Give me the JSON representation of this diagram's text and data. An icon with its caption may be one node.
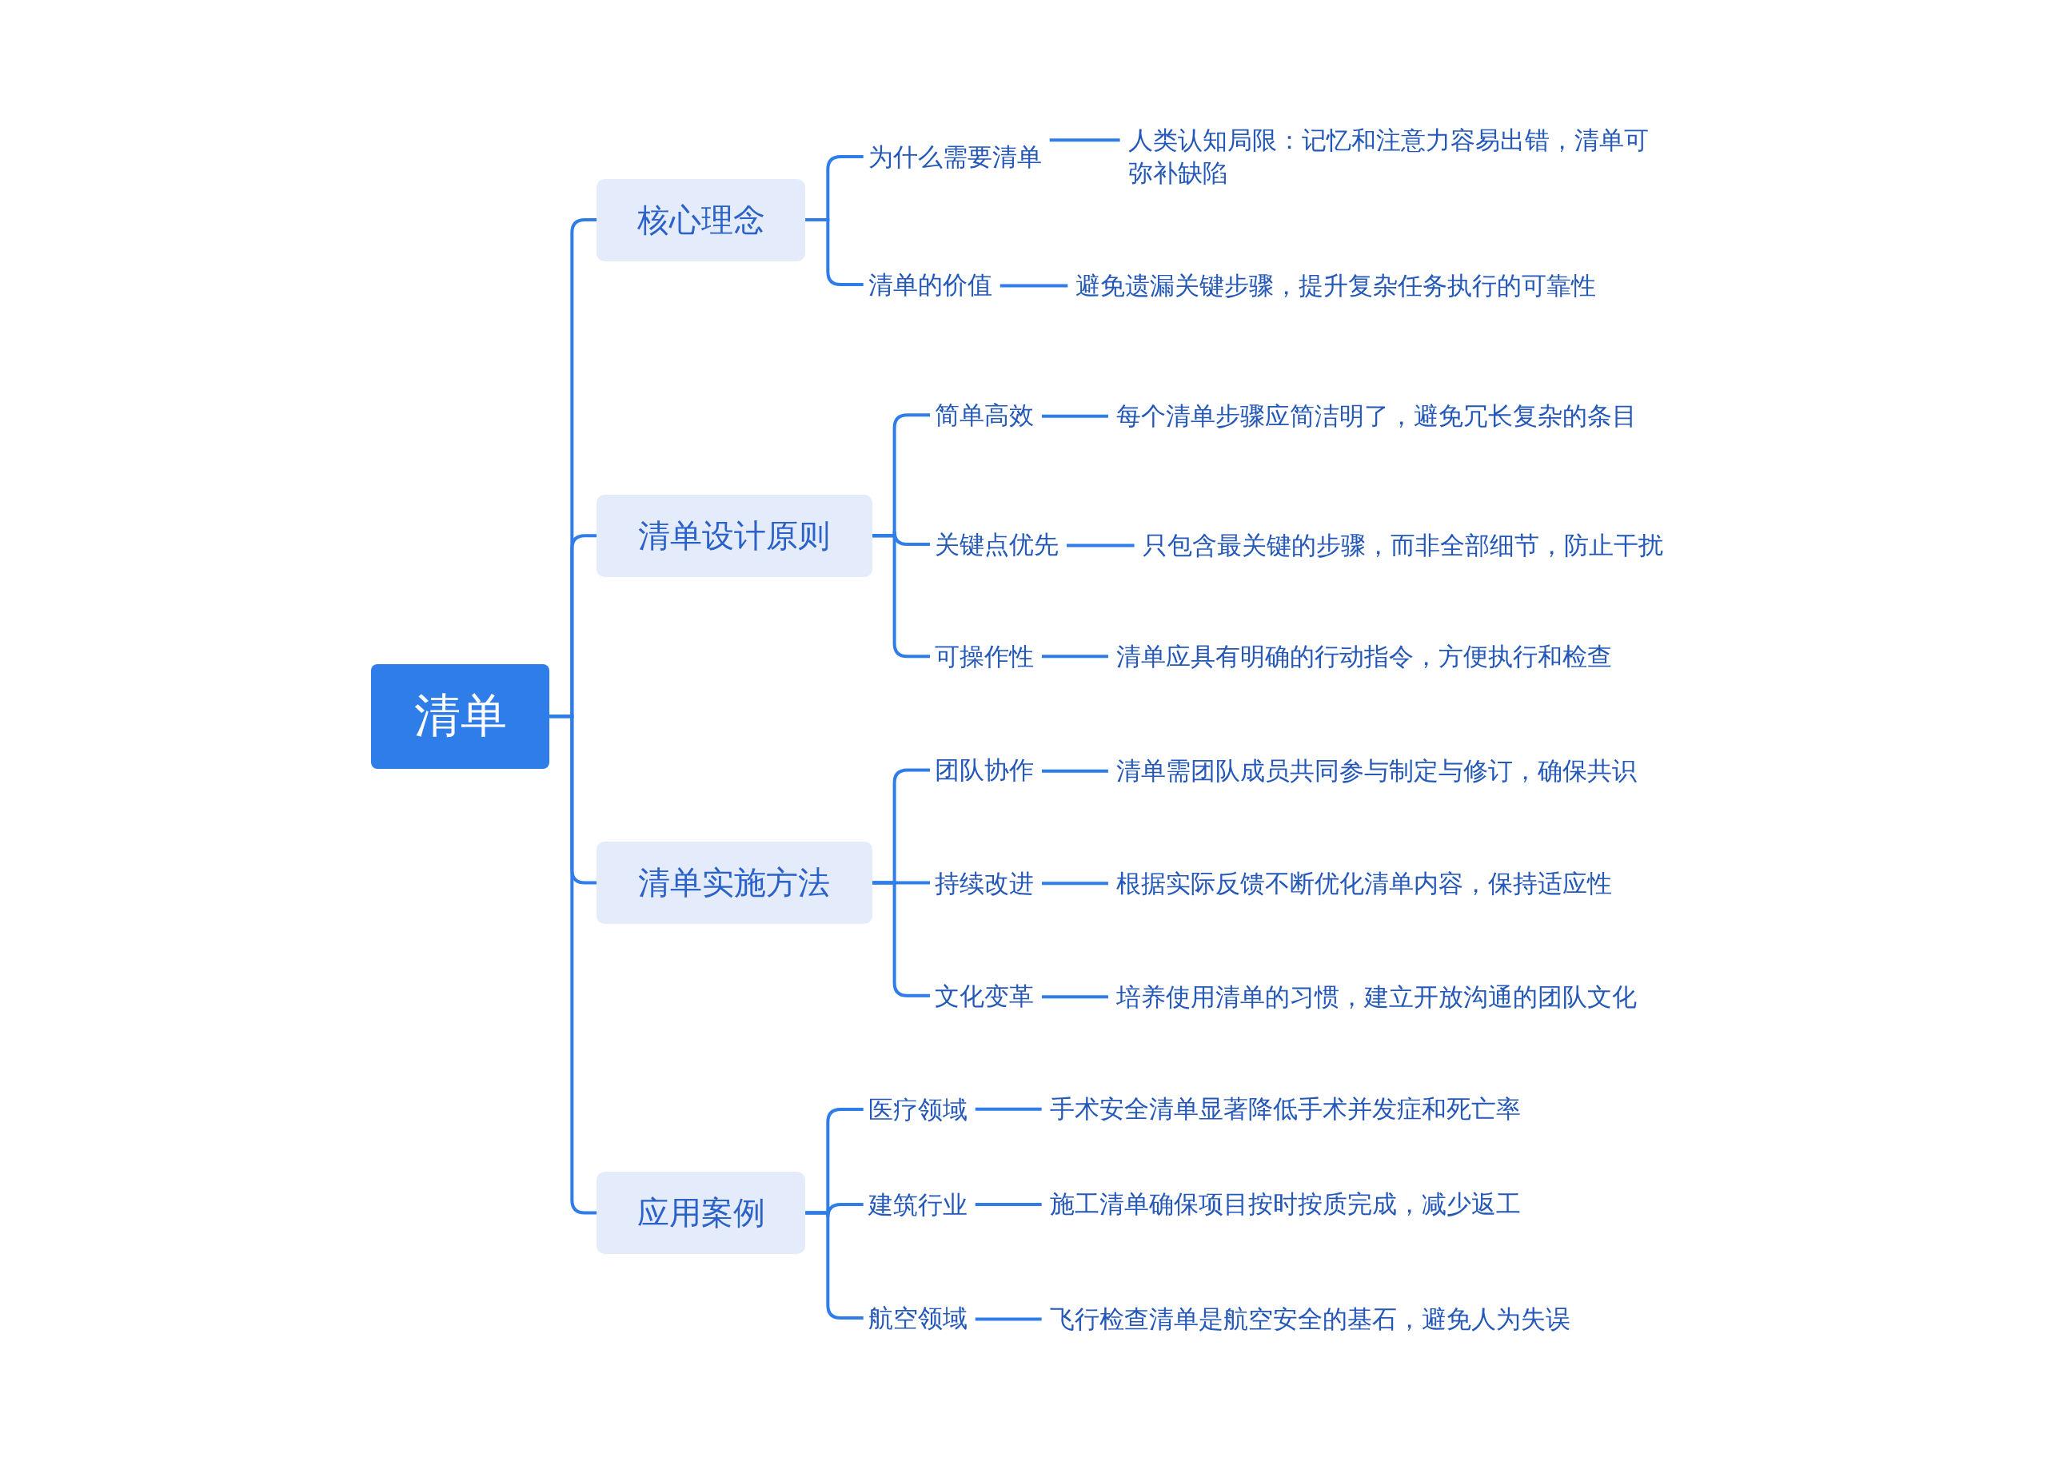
{
  "diagram": {
    "nodes": [
      {
        "text": [
          "清单"
        ]
      },
      {
        "text": [
          "核心理念"
        ]
      },
      {
        "text": [
          "为什么需要清单"
        ]
      },
      {
        "text": [
          "人类认知局限：记忆和注意力容易出错，清单可弥补缺陷"
        ]
      },
      {
        "text": [
          "清单的价值"
        ]
      },
      {
        "text": [
          "避免遗漏关键步骤，提升复杂任务执行的可靠性"
        ]
      },
      {
        "text": [
          "清单设计原则"
        ]
      },
      {
        "text": [
          "简单高效"
        ]
      },
      {
        "text": [
          "每个清单步骤应简洁明了，避免冗长复杂的条目"
        ]
      },
      {
        "text": [
          "关键点优先"
        ]
      },
      {
        "text": [
          "只包含最关键的步骤，而非全部细节，防止干扰"
        ]
      },
      {
        "text": [
          "可操作性"
        ]
      },
      {
        "text": [
          "清单应具有明确的行动指令，方便执行和检查"
        ]
      },
      {
        "text": [
          "清单实施方法"
        ]
      },
      {
        "text": [
          "团队协作"
        ]
      },
      {
        "text": [
          "清单需团队成员共同参与制定与修订，确保共识"
        ]
      },
      {
        "text": [
          "持续改进"
        ]
      },
      {
        "text": [
          "根据实际反馈不断优化清单内容，保持适应性"
        ]
      },
      {
        "text": [
          "文化变革"
        ]
      },
      {
        "text": [
          "培养使用清单的习惯，建立开放沟通的团队文化"
        ]
      },
      {
        "text": [
          "应用案例"
        ]
      },
      {
        "text": [
          "医疗领域"
        ]
      },
      {
        "text": [
          "手术安全清单显著降低手术并发症和死亡率"
        ]
      },
      {
        "text": [
          "建筑行业"
        ]
      },
      {
        "text": [
          "施工清单确保项目按时按质完成，减少返工"
        ]
      },
      {
        "text": [
          "航空领域"
        ]
      },
      {
        "text": [
          "飞行检查清单是航空安全的基石，避免人为失误"
        ]
      }
    ],
    "edges": [
      {
        "from": 0,
        "to": 1,
        "arrow": "none"
      },
      {
        "from": 0,
        "to": 6,
        "arrow": "none"
      },
      {
        "from": 0,
        "to": 13,
        "arrow": "none"
      },
      {
        "from": 0,
        "to": 20,
        "arrow": "none"
      },
      {
        "from": 1,
        "to": 2,
        "arrow": "none"
      },
      {
        "from": 1,
        "to": 4,
        "arrow": "none"
      },
      {
        "from": 2,
        "to": 3,
        "arrow": "none"
      },
      {
        "from": 4,
        "to": 5,
        "arrow": "none"
      },
      {
        "from": 6,
        "to": 7,
        "arrow": "none"
      },
      {
        "from": 6,
        "to": 9,
        "arrow": "none"
      },
      {
        "from": 6,
        "to": 11,
        "arrow": "none"
      },
      {
        "from": 7,
        "to": 8,
        "arrow": "none"
      },
      {
        "from": 9,
        "to": 10,
        "arrow": "none"
      },
      {
        "from": 11,
        "to": 12,
        "arrow": "none"
      },
      {
        "from": 13,
        "to": 14,
        "arrow": "none"
      },
      {
        "from": 13,
        "to": 16,
        "arrow": "none"
      },
      {
        "from": 13,
        "to": 18,
        "arrow": "none"
      },
      {
        "from": 14,
        "to": 15,
        "arrow": "none"
      },
      {
        "from": 16,
        "to": 17,
        "arrow": "none"
      },
      {
        "from": 18,
        "to": 19,
        "arrow": "none"
      },
      {
        "from": 20,
        "to": 21,
        "arrow": "none"
      },
      {
        "from": 20,
        "to": 23,
        "arrow": "none"
      },
      {
        "from": 20,
        "to": 25,
        "arrow": "none"
      },
      {
        "from": 21,
        "to": 22,
        "arrow": "none"
      },
      {
        "from": 23,
        "to": 24,
        "arrow": "none"
      },
      {
        "from": 25,
        "to": 26,
        "arrow": "none"
      }
    ]
  }
}
